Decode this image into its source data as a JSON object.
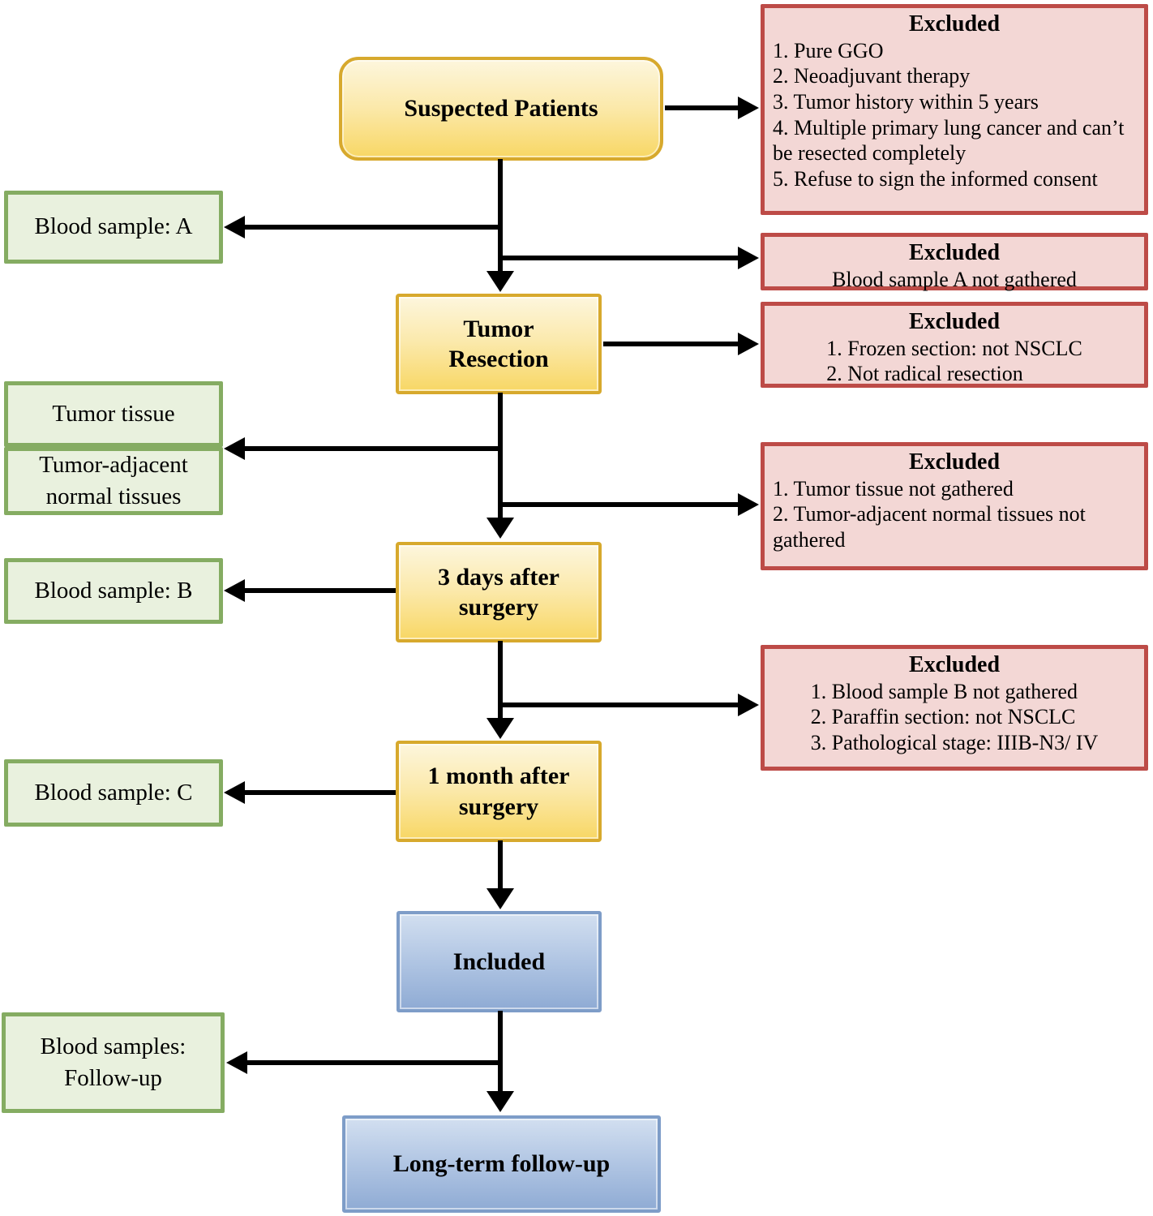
{
  "figure": {
    "type": "flowchart",
    "topic": "Patient enrollment and sample collection flow"
  },
  "colors": {
    "yellow_border": "#d7a92d",
    "yellow_fill_top": "#fdf6dd",
    "yellow_fill_bottom": "#f8d765",
    "green_border": "#85ac62",
    "green_fill": "#e9f1de",
    "red_border": "#bd4b47",
    "red_fill": "#f3d7d5",
    "blue_border": "#7e9dc8",
    "blue_fill_top": "#d2dff0",
    "blue_fill_bottom": "#8fabd4",
    "arrow": "#000000"
  },
  "nodes": {
    "suspected_patients": {
      "label": "Suspected Patients"
    },
    "tumor_resection": {
      "label": "Tumor Resection"
    },
    "three_days_after_surgery": {
      "label": "3 days after surgery"
    },
    "one_month_after_surgery": {
      "label": "1 month after surgery"
    },
    "included": {
      "label": "Included"
    },
    "long_term_follow_up": {
      "label": "Long-term follow-up"
    }
  },
  "samples": {
    "blood_a": {
      "label": "Blood sample: A"
    },
    "tumor_tissue": {
      "label": "Tumor tissue"
    },
    "tumor_adjacent": {
      "label": "Tumor-adjacent normal tissues"
    },
    "blood_b": {
      "label": "Blood sample: B"
    },
    "blood_c": {
      "label": "Blood sample: C"
    },
    "blood_followup": {
      "label": "Blood samples: Follow-up"
    }
  },
  "exclusions": {
    "e1": {
      "title": "Excluded",
      "items": [
        "1. Pure GGO",
        "2. Neoadjuvant therapy",
        "3. Tumor history within 5 years",
        "4. Multiple primary lung cancer and can’t be resected completely",
        "5. Refuse to sign the informed consent"
      ]
    },
    "e2": {
      "title": "Excluded",
      "items": [
        "Blood sample A not gathered"
      ]
    },
    "e3": {
      "title": "Excluded",
      "items": [
        "1. Frozen section: not NSCLC",
        "2. Not radical resection"
      ]
    },
    "e4": {
      "title": "Excluded",
      "items": [
        "1. Tumor tissue not gathered",
        "2. Tumor-adjacent normal tissues not gathered"
      ]
    },
    "e5": {
      "title": "Excluded",
      "items": [
        "1. Blood sample B not gathered",
        "2. Paraffin section: not NSCLC",
        "3. Pathological stage: IIIB-N3/ IV"
      ]
    }
  }
}
